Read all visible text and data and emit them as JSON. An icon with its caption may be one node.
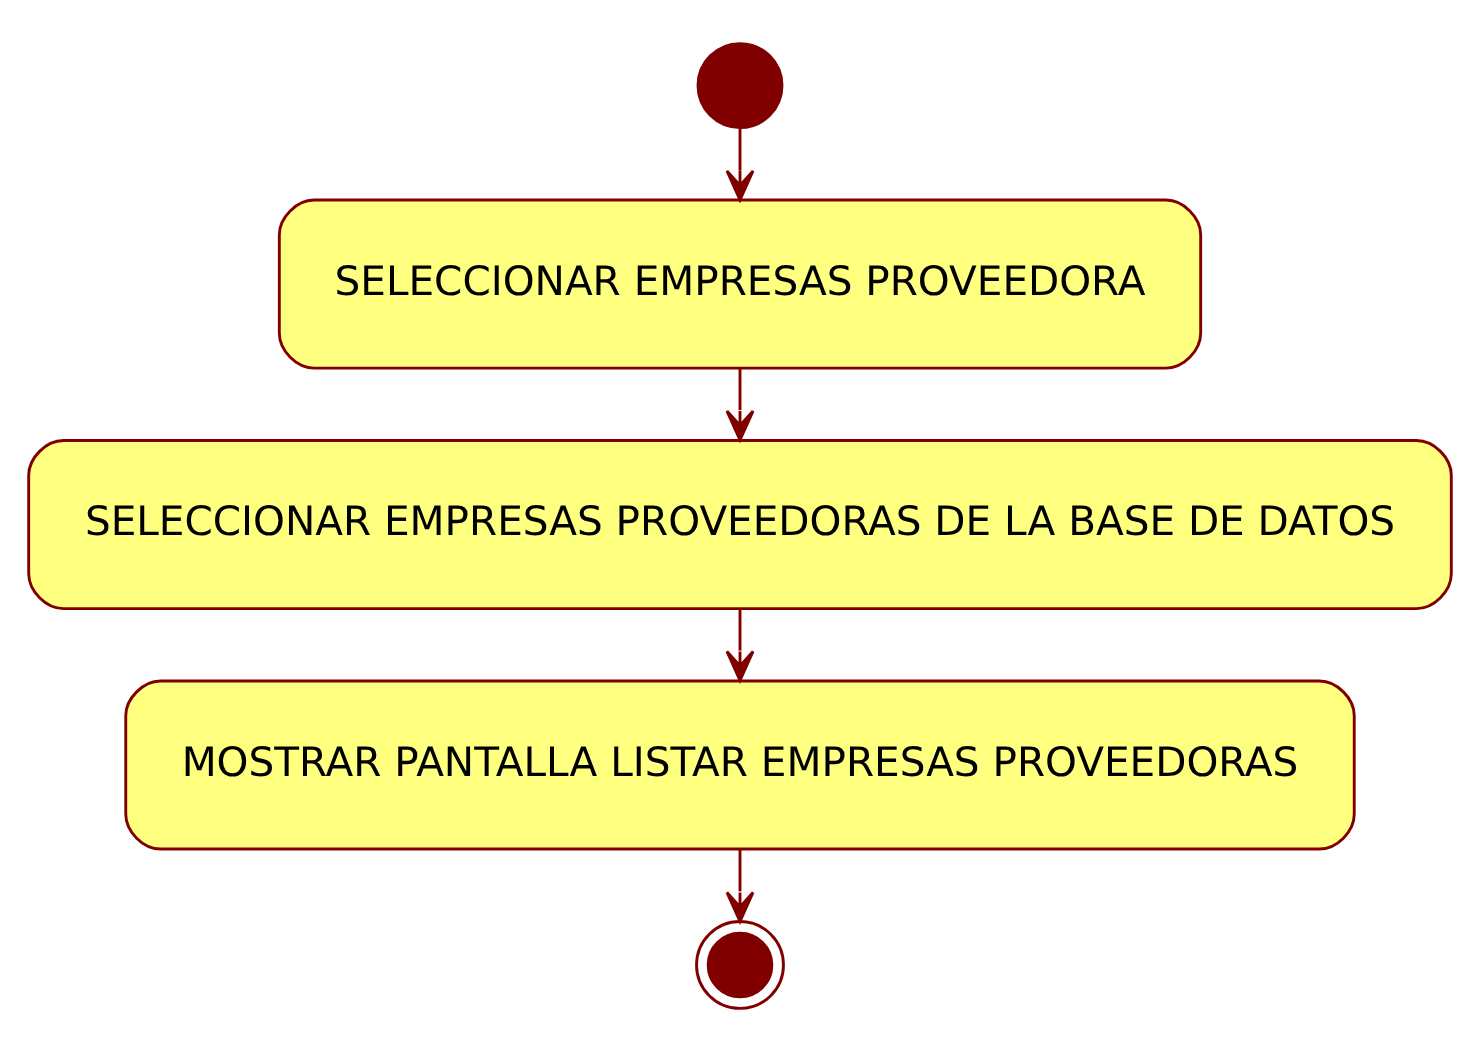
{
  "diagram": {
    "nodes": [
      {
        "text": [],
        "shape": "circle"
      },
      {
        "text": [
          "SELECCIONAR EMPRESAS PROVEEDORA"
        ]
      },
      {
        "text": [
          "SELECCIONAR EMPRESAS PROVEEDORAS DE LA BASE DE DATOS"
        ]
      },
      {
        "text": [
          "MOSTRAR PANTALLA LISTAR EMPRESAS PROVEEDORAS"
        ]
      },
      {
        "text": [],
        "shape": "bullseye"
      }
    ],
    "edges": [
      {
        "from": 0,
        "to": 1,
        "arrow": "to"
      },
      {
        "from": 1,
        "to": 2,
        "arrow": "to"
      },
      {
        "from": 2,
        "to": 3,
        "arrow": "to"
      },
      {
        "from": 3,
        "to": 4,
        "arrow": "to"
      }
    ]
  }
}
